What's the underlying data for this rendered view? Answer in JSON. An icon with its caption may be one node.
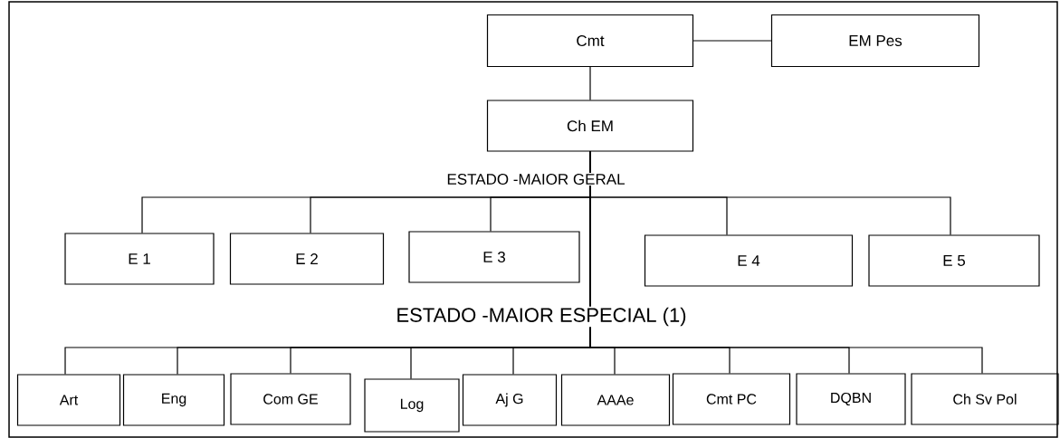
{
  "diagram": {
    "nodes": [
      {
        "text": [
          "Cmt"
        ]
      },
      {
        "text": [
          "EM Pes"
        ]
      },
      {
        "text": [
          "Ch EM"
        ]
      },
      {
        "text": [
          "E 1"
        ]
      },
      {
        "text": [
          "E 2"
        ]
      },
      {
        "text": [
          "E 3"
        ]
      },
      {
        "text": [
          "E 4"
        ]
      },
      {
        "text": [
          "E 5"
        ]
      },
      {
        "text": [
          "Art"
        ]
      },
      {
        "text": [
          "Eng"
        ]
      },
      {
        "text": [
          "Com GE"
        ]
      },
      {
        "text": [
          "Log"
        ]
      },
      {
        "text": [
          "Aj G"
        ]
      },
      {
        "text": [
          "AAAe"
        ]
      },
      {
        "text": [
          "Cmt PC"
        ]
      },
      {
        "text": [
          "DQBN"
        ]
      },
      {
        "text": [
          "Ch Sv Pol"
        ]
      }
    ],
    "edges": [
      {
        "from": 0,
        "to": 1,
        "arrow": "none"
      },
      {
        "from": 0,
        "to": 2,
        "arrow": "none"
      },
      {
        "from": 2,
        "to": 3,
        "arrow": "none"
      },
      {
        "from": 2,
        "to": 4,
        "arrow": "none"
      },
      {
        "from": 2,
        "to": 5,
        "arrow": "none"
      },
      {
        "from": 2,
        "to": 6,
        "arrow": "none"
      },
      {
        "from": 2,
        "to": 7,
        "arrow": "none"
      },
      {
        "from": 2,
        "to": 8,
        "arrow": "none"
      },
      {
        "from": 2,
        "to": 9,
        "arrow": "none"
      },
      {
        "from": 2,
        "to": 10,
        "arrow": "none"
      },
      {
        "from": 2,
        "to": 11,
        "arrow": "none"
      },
      {
        "from": 2,
        "to": 12,
        "arrow": "none"
      },
      {
        "from": 2,
        "to": 13,
        "arrow": "none"
      },
      {
        "from": 2,
        "to": 14,
        "arrow": "none"
      },
      {
        "from": 2,
        "to": 15,
        "arrow": "none"
      },
      {
        "from": 2,
        "to": 16,
        "arrow": "none"
      }
    ],
    "labels": [
      "ESTADO -MAIOR GERAL",
      "ESTADO -MAIOR  ESPECIAL (1)"
    ]
  }
}
